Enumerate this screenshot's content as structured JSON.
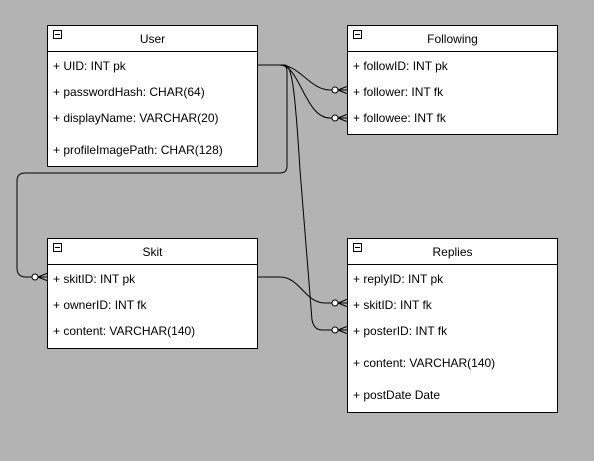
{
  "colors": {
    "canvas": "#b3b3b3",
    "entity_fill": "#ffffff",
    "stroke": "#000000"
  },
  "entities": {
    "user": {
      "title": "User",
      "fields": [
        "+ UID: INT pk",
        "+ passwordHash: CHAR(64)",
        "+ displayName: VARCHAR(20)",
        "+ profileImagePath: CHAR(128)"
      ]
    },
    "following": {
      "title": "Following",
      "fields": [
        "+ followID: INT pk",
        "+ follower: INT fk",
        "+ followee: INT fk"
      ]
    },
    "skit": {
      "title": "Skit",
      "fields": [
        "+ skitID: INT pk",
        "+ ownerID: INT fk",
        "+ content: VARCHAR(140)"
      ]
    },
    "replies": {
      "title": "Replies",
      "fields": [
        "+ replyID: INT pk",
        "+ skitID: INT fk",
        "+ posterID: INT fk",
        "+ content: VARCHAR(140)",
        "+ postDate Date"
      ]
    }
  },
  "relationships": [
    {
      "from": "User.UID",
      "to": "Following.follower",
      "cardinality": "one-to-many"
    },
    {
      "from": "User.UID",
      "to": "Following.followee",
      "cardinality": "one-to-many"
    },
    {
      "from": "User.UID",
      "to": "Skit.skitID",
      "cardinality": "one-to-many"
    },
    {
      "from": "User.UID",
      "to": "Replies.posterID",
      "cardinality": "one-to-many"
    },
    {
      "from": "Skit.skitID",
      "to": "Replies.skitID",
      "cardinality": "one-to-many"
    }
  ]
}
